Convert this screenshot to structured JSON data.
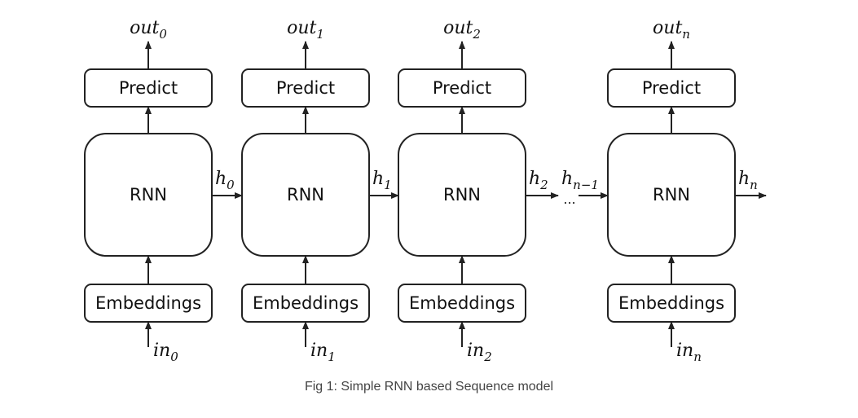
{
  "diagram": {
    "predict_label": "Predict",
    "rnn_label": "RNN",
    "embeddings_label": "Embeddings",
    "ellipsis": "...",
    "columns": [
      {
        "out": {
          "base": "out",
          "sub": "0"
        },
        "in": {
          "base": "in",
          "sub": "0"
        },
        "hidden": {
          "base": "h",
          "sub": "0"
        }
      },
      {
        "out": {
          "base": "out",
          "sub": "1"
        },
        "in": {
          "base": "in",
          "sub": "1"
        },
        "hidden": {
          "base": "h",
          "sub": "1"
        }
      },
      {
        "out": {
          "base": "out",
          "sub": "2"
        },
        "in": {
          "base": "in",
          "sub": "2"
        },
        "hidden": {
          "base": "h",
          "sub": "2"
        }
      },
      {
        "out": {
          "base": "out",
          "sub": "n"
        },
        "in": {
          "base": "in",
          "sub": "n"
        },
        "hidden": {
          "base": "h",
          "sub": "n"
        }
      }
    ],
    "prev_hidden": {
      "base": "h",
      "sub": "n−1"
    }
  },
  "caption": "Fig 1: Simple RNN based Sequence model"
}
